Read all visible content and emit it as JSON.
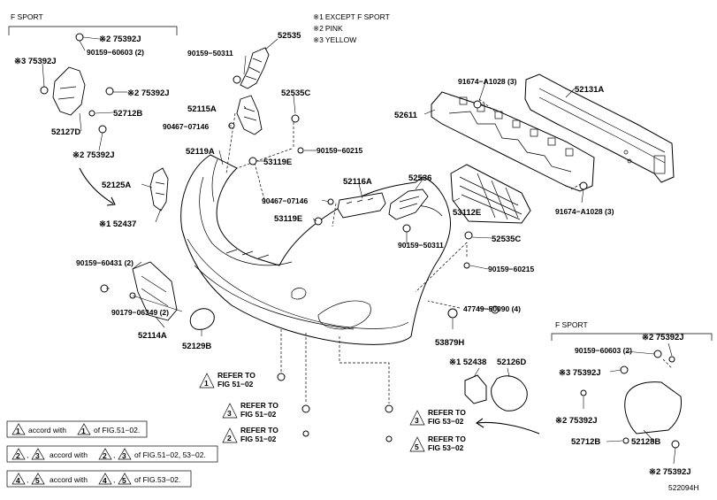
{
  "legend_notes": [
    {
      "mark": "※1",
      "text": "EXCEPT F SPORT"
    },
    {
      "mark": "※2",
      "text": "PINK"
    },
    {
      "mark": "※3",
      "text": "YELLOW"
    }
  ],
  "section_labels": {
    "f_sport_top": "F SPORT",
    "f_sport_bottom": "F SPORT"
  },
  "parts": {
    "p_75392J_a": "※2 75392J",
    "p_90159_60603_a": "90159−60603 (2)",
    "p_75392J_b": "※3 75392J",
    "p_75392J_c": "※2 75392J",
    "p_52712B_a": "52712B",
    "p_52127D": "52127D",
    "p_75392J_d": "※2 75392J",
    "p_52125A": "52125A",
    "p_52437": "※1 52437",
    "p_90159_50311_a": "90159−50311",
    "p_52535": "52535",
    "p_52115A": "52115A",
    "p_90467_07146_a": "90467−07146",
    "p_52535C_a": "52535C",
    "p_90159_60215_a": "90159−60215",
    "p_53119E_a": "53119E",
    "p_52119A": "52119A",
    "p_91674_A1028_a": "91674−A1028 (3)",
    "p_52131A": "52131A",
    "p_52611": "52611",
    "p_52116A": "52116A",
    "p_90467_07146_b": "90467−07146",
    "p_52536": "52536",
    "p_53119E_b": "53119E",
    "p_53112E": "53112E",
    "p_91674_A1028_b": "91674−A1028 (3)",
    "p_90159_50311_b": "90159−50311",
    "p_52535C_b": "52535C",
    "p_90159_60215_b": "90159−60215",
    "p_90159_60431": "90159−60431 (2)",
    "p_90179_06349": "90179−06349 (2)",
    "p_52114A": "52114A",
    "p_52129B": "52129B",
    "p_47749_50090": "47749−50090 (4)",
    "p_53879H": "53879H",
    "p_52438": "※1 52438",
    "p_52126D": "52126D",
    "p_90159_60603_b": "90159−60603 (2)",
    "p_75392J_e": "※2 75392J",
    "p_75392J_f": "※3 75392J",
    "p_75392J_g": "※2 75392J",
    "p_52712B_b": "52712B",
    "p_52128B": "52128B",
    "p_75392J_h": "※2 75392J"
  },
  "refer_callouts": [
    {
      "num": "1",
      "l1": "REFER TO",
      "l2": "FIG 51−02"
    },
    {
      "num": "3",
      "l1": "REFER TO",
      "l2": "FIG 51−02"
    },
    {
      "num": "2",
      "l1": "REFER TO",
      "l2": "FIG 51−02"
    },
    {
      "num": "3",
      "l1": "REFER TO",
      "l2": "FIG 53−02"
    },
    {
      "num": "5",
      "l1": "REFER TO",
      "l2": "FIG 53−02"
    }
  ],
  "accord_box": [
    {
      "a": "1",
      "text1": "accord with",
      "b": "1",
      "text2": "of FIG.51−02."
    },
    {
      "a": "2",
      "a2": "3",
      "text1": "accord with",
      "b": "2",
      "b2": "3",
      "text2": "of FIG.51−02, 53−02."
    },
    {
      "a": "4",
      "a2": "5",
      "text1": "accord with",
      "b": "4",
      "b2": "5",
      "text2": "of FIG.53−02."
    }
  ],
  "figure_id": "522094H"
}
